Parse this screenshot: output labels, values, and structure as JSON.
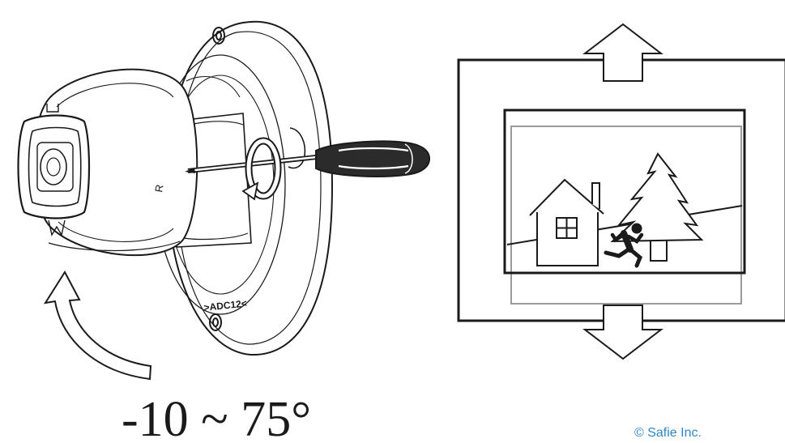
{
  "figure": {
    "angle_range": "-10 ~ 75°",
    "copyright": "© Safie Inc.",
    "model_label": ">ADC12<",
    "scale_letter": "R"
  },
  "colors": {
    "line": "#1a1a1a",
    "handle": "#2b2b2b",
    "copyright": "#2f86c8",
    "inner_frame": "#9a9a9a"
  },
  "icons": {
    "tilt_arrow": "curved-arrow-icon",
    "pan_up": "arrow-up-icon",
    "pan_down": "arrow-down-icon",
    "tool": "screwdriver-icon",
    "rotate": "rotate-arrow-icon",
    "person": "running-person-icon"
  }
}
